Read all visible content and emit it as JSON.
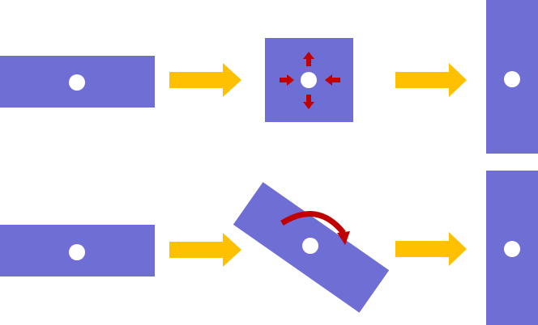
{
  "colors": {
    "shape": "#6E6ED4",
    "pivot": "#FFFFFF",
    "flow_arrow": "#FFC000",
    "motion_arrow": "#C00000",
    "background": "#FFFFFF"
  },
  "icons": {
    "flow": "right-arrow-icon",
    "scale": "four-way-expand-icon",
    "rotate": "curved-rotate-arrow-icon",
    "pivot": "pivot-dot-icon"
  },
  "rows": [
    {
      "name": "scale-transform",
      "stages": [
        "horizontal-bar",
        "square-with-expand-arrows",
        "vertical-bar"
      ]
    },
    {
      "name": "rotate-transform",
      "stages": [
        "horizontal-bar",
        "tilted-bar-with-rotate-arrow",
        "vertical-bar"
      ]
    }
  ],
  "rotation_degrees": 35
}
